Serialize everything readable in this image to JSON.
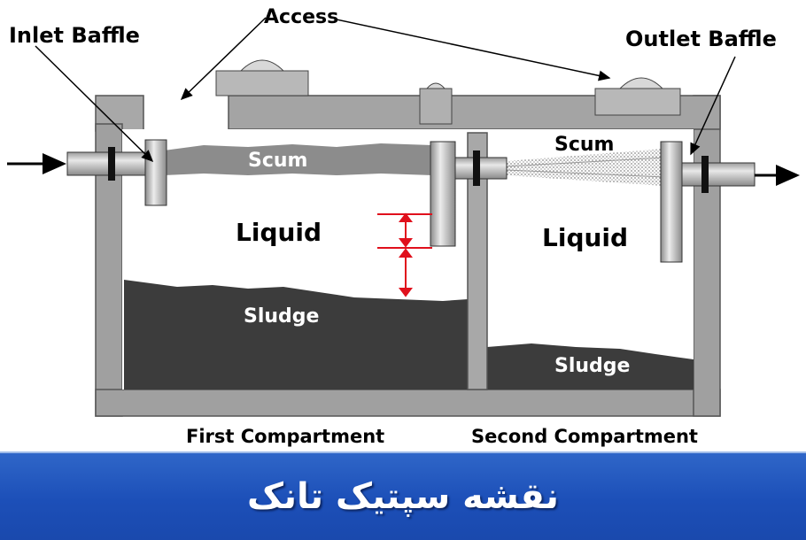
{
  "diagram": {
    "labels": {
      "inlet_baffle": "Inlet Baffle",
      "access": "Access",
      "outlet_baffle": "Outlet Baffle",
      "scum_first": "Scum",
      "scum_second": "Scum",
      "liquid_first": "Liquid",
      "liquid_second": "Liquid",
      "sludge_first": "Sludge",
      "sludge_second": "Sludge",
      "first_compartment": "First Compartment",
      "second_compartment": "Second Compartment"
    },
    "colors": {
      "tank_wall": "#a0a0a0",
      "sludge": "#3c3c3c",
      "scum": "#8c8c8c",
      "pipe": "#c8c8c8",
      "arrow": "#000000",
      "measure": "#e0101c"
    }
  },
  "banner": {
    "title": "نقشه سپتیک تانک",
    "background": "#2a5fc4"
  }
}
